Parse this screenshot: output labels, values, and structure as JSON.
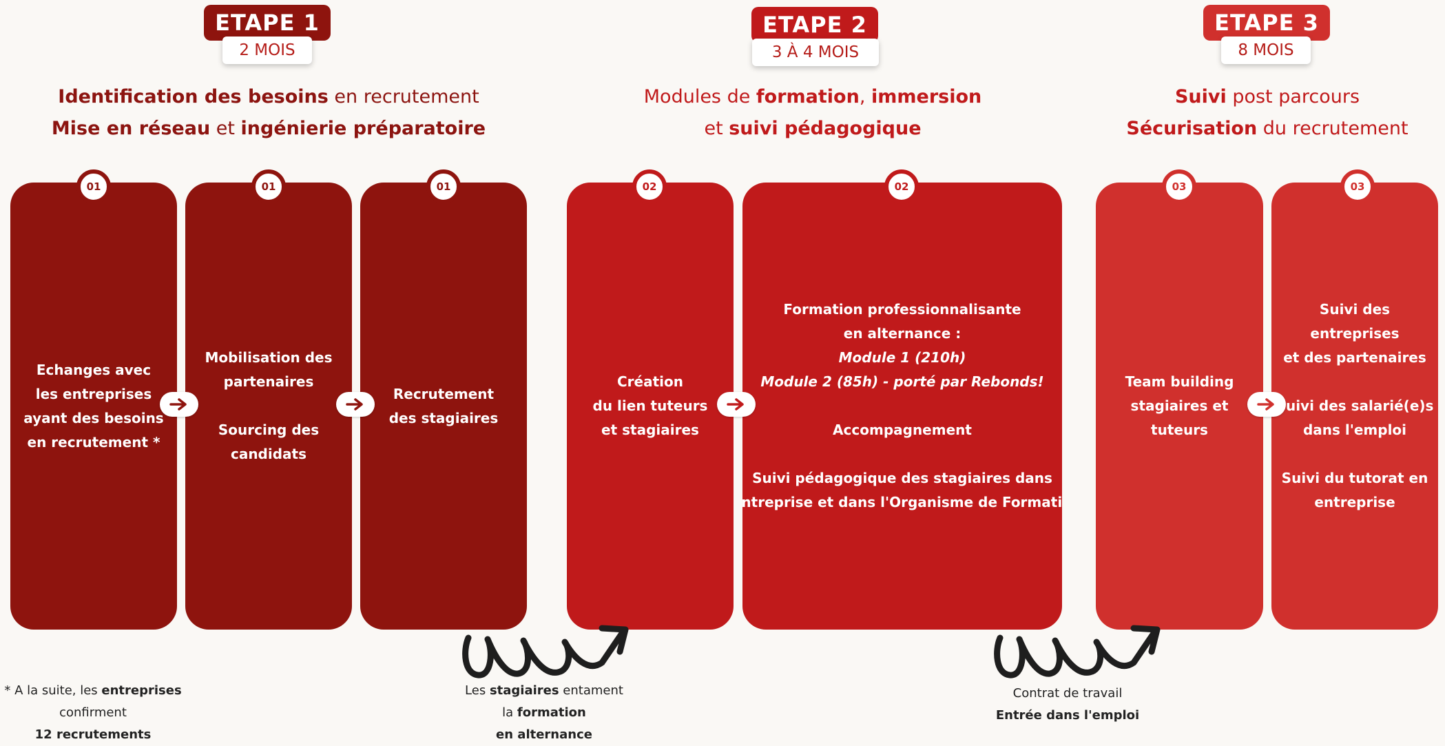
{
  "stages": [
    {
      "title": "ETAPE 1",
      "duration": "2 MOIS",
      "subtitle_line1": [
        {
          "text": "Identification des besoins",
          "bold": true
        },
        {
          "text": " en recrutement",
          "bold": false
        }
      ],
      "subtitle_line2": [
        {
          "text": "Mise en réseau",
          "bold": true
        },
        {
          "text": " et ",
          "bold": false
        },
        {
          "text": "ingénierie préparatoire",
          "bold": true
        }
      ]
    },
    {
      "title": "ETAPE 2",
      "duration": "3 À 4 MOIS",
      "subtitle_line1": [
        {
          "text": "Modules de ",
          "bold": false
        },
        {
          "text": "formation",
          "bold": true
        },
        {
          "text": ", ",
          "bold": false
        },
        {
          "text": "immersion",
          "bold": true
        }
      ],
      "subtitle_line2": [
        {
          "text": "et ",
          "bold": false
        },
        {
          "text": "suivi pédagogique",
          "bold": true
        }
      ]
    },
    {
      "title": "ETAPE 3",
      "duration": "8 MOIS",
      "subtitle_line1": [
        {
          "text": "Suivi",
          "bold": true
        },
        {
          "text": " post parcours",
          "bold": false
        }
      ],
      "subtitle_line2": [
        {
          "text": "Sécurisation",
          "bold": true
        },
        {
          "text": " du recrutement",
          "bold": false
        }
      ]
    }
  ],
  "cards": [
    {
      "number": "01",
      "text": "Echanges avec\nles entreprises\nayant des besoins\nen recrutement *"
    },
    {
      "number": "01",
      "text": "Mobilisation des\npartenaires\n\nSourcing des\ncandidats"
    },
    {
      "number": "01",
      "text": "Recrutement\ndes stagiaires"
    },
    {
      "number": "02",
      "text": "Création\ndu lien tuteurs\net stagiaires"
    },
    {
      "number": "02",
      "lines": [
        {
          "text": "Formation professionnalisante",
          "italic": false
        },
        {
          "text": "en alternance :",
          "italic": false
        },
        {
          "text": "Module 1 (210h)",
          "italic": true
        },
        {
          "text": "Module 2 (85h) - porté par Rebonds!",
          "italic": true
        },
        {
          "text": "",
          "italic": false
        },
        {
          "text": "Accompagnement",
          "italic": false
        },
        {
          "text": "",
          "italic": false
        },
        {
          "text": "Suivi pédagogique des stagiaires dans",
          "italic": false
        },
        {
          "text": "l'entreprise et dans l'Organisme de Formation",
          "italic": false
        }
      ]
    },
    {
      "number": "03",
      "text": "Team building\nstagiaires et tuteurs"
    },
    {
      "number": "03",
      "text": "Suivi des entreprises\net des partenaires\n\nSuivi des salarié(e)s\ndans l'emploi\n\nSuivi du tutorat en\nentreprise"
    }
  ],
  "footnotes": {
    "note1": [
      [
        {
          "text": "* ",
          "bold": false
        },
        {
          "text": "A la suite, les ",
          "bold": false
        },
        {
          "text": "entreprises",
          "bold": true
        }
      ],
      [
        {
          "text": "confirment",
          "bold": false
        }
      ],
      [
        {
          "text": "12 recrutements",
          "bold": true
        }
      ]
    ],
    "note2": [
      [
        {
          "text": "Les ",
          "bold": false
        },
        {
          "text": "stagiaires",
          "bold": true
        },
        {
          "text": " entament",
          "bold": false
        }
      ],
      [
        {
          "text": "la ",
          "bold": false
        },
        {
          "text": "formation",
          "bold": true
        }
      ],
      [
        {
          "text": "en alternance",
          "bold": true
        }
      ]
    ],
    "note3": [
      [
        {
          "text": "Contrat de travail",
          "bold": false
        }
      ],
      [
        {
          "text": "Entrée dans l'emploi",
          "bold": true
        }
      ]
    ]
  },
  "colors": {
    "stage1": "#8e140e",
    "stage2": "#c01a1b",
    "stage3": "#d0302d",
    "background": "#faf8f5"
  },
  "icons": [
    "arrow-right-icon",
    "curly-arrow-icon"
  ]
}
